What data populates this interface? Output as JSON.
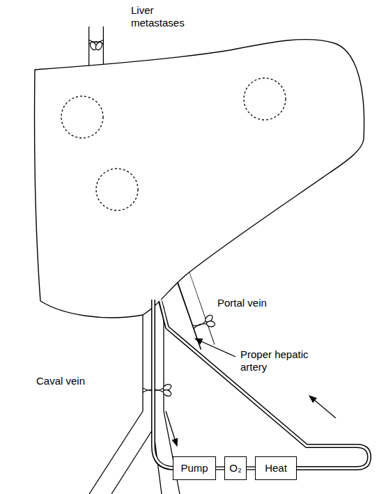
{
  "diagram": {
    "nodes": [
      {
        "text": [
          "Pump"
        ]
      },
      {
        "text": [
          "O₂"
        ]
      },
      {
        "text": [
          "Heat"
        ]
      }
    ],
    "edges": [
      {
        "from": 0,
        "to": 1,
        "arrow": "none"
      },
      {
        "from": 1,
        "to": 2,
        "arrow": "none"
      }
    ],
    "labels": [
      "Liver metastases",
      "Portal vein",
      "Proper hepatic artery",
      "Caval vein"
    ]
  }
}
